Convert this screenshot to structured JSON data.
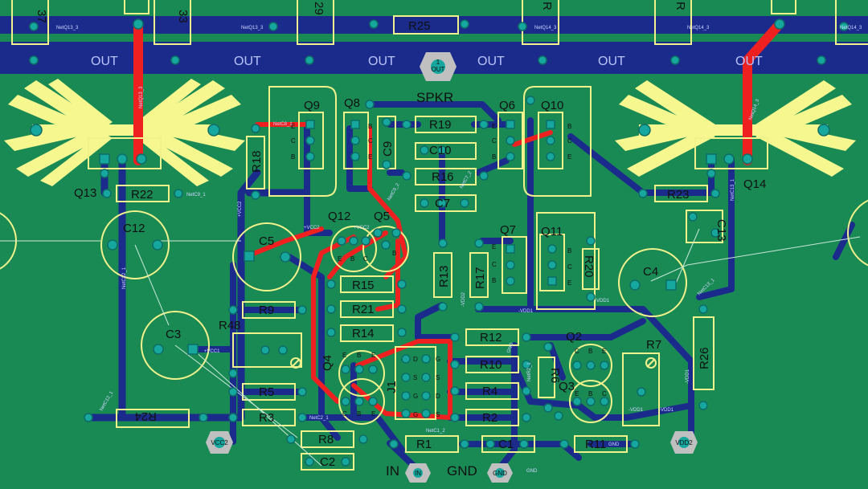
{
  "colors": {
    "board": "#1a8a55",
    "bottom_copper": "#1b2b8c",
    "top_copper": "#ee2020",
    "silkscreen": "#f2f28c",
    "pad": "#16a89e",
    "mounting_hole": "#c0c0c0"
  },
  "labels": {
    "out_1": "OUT",
    "out_2": "OUT",
    "out_3": "OUT",
    "out_4": "OUT",
    "out_5": "OUT",
    "out_6": "OUT",
    "spkr": "SPKR",
    "in": "IN",
    "gnd": "GND",
    "top_37": "37",
    "top_33": "33",
    "top_29": "29",
    "top_r": "R",
    "top_rr": "R",
    "out_pad": "OUT",
    "vcc2_pad": "VCC2",
    "vdd2_pad": "VDD2",
    "in_pad": "IN",
    "gnd_pad": "GND",
    "pad_1": "1"
  },
  "components": {
    "r25": "R25",
    "r19": "R19",
    "r16": "R16",
    "c10": "C10",
    "c7": "C7",
    "q9": "Q9",
    "q8": "Q8",
    "c9": "C9",
    "q6": "Q6",
    "q10": "Q10",
    "r18": "R18",
    "q13": "Q13",
    "r22": "R22",
    "c12": "C12",
    "q14": "Q14",
    "r23": "R23",
    "c13": "C13",
    "q12": "Q12",
    "q5": "Q5",
    "c5": "C5",
    "r15": "R15",
    "r21": "R21",
    "r14": "R14",
    "r13": "R13",
    "q7": "Q7",
    "q11": "Q11",
    "r17": "R17",
    "r20": "R20",
    "c4": "C4",
    "r9": "R9",
    "r48": "R48",
    "c3": "C3",
    "r5": "R5",
    "r3": "R3",
    "r24": "R24",
    "r8": "R8",
    "c2": "C2",
    "q4": "Q4",
    "j1": "J1",
    "r12": "R12",
    "r10": "R10",
    "r4": "R4",
    "r2": "R2",
    "r1": "R1",
    "c1": "C1",
    "r11": "R11",
    "r6": "R6",
    "q2": "Q2",
    "q3": "Q3",
    "r7": "R7",
    "r26": "R26"
  },
  "pins": {
    "c": "C",
    "b": "B",
    "e": "E",
    "s": "S",
    "g": "G",
    "d": "D"
  },
  "nets": {
    "netq13_3": "NetQ13_3",
    "netq14_3": "NetQ14_3",
    "netc9_1": "NetC9_1",
    "netc13_1": "NetC13_1",
    "netc12_1": "NetC12_1",
    "vcc2": "+VCC2",
    "vdd1": "-VDD1",
    "vdd2": "-VDD2",
    "vcc1": "+VCC1",
    "netc1_2": "NetC1_2",
    "netc8_1": "NetC8_1",
    "netc9_2": "NetC9_2",
    "netc7_2": "NetC7_2",
    "gnd": "GND",
    "netc2_1": "NetC2_1",
    "netr2_1": "NetR2_1"
  }
}
